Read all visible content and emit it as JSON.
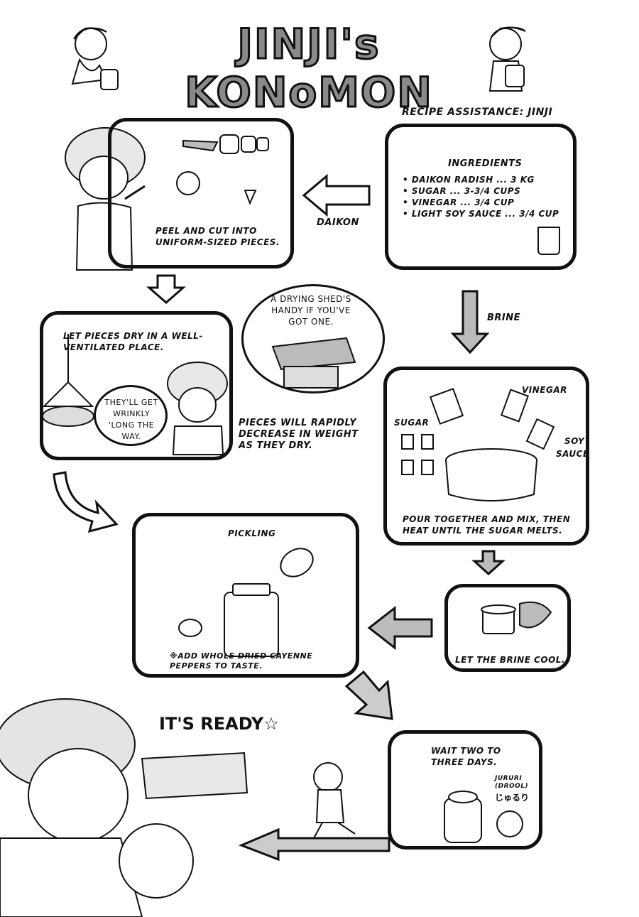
{
  "title": "JINJI's KONoMON",
  "recipe_credit": "RECIPE ASSISTANCE: JINJI",
  "ingredients": {
    "heading": "INGREDIENTS",
    "items": [
      "• DAIKON RADISH ... 3 KG",
      "• SUGAR ... 3-3/4 CUPS",
      "• VINEGAR ... 3/4 CUP",
      "• LIGHT SOY SAUCE ... 3/4 CUP"
    ]
  },
  "arrow_labels": {
    "daikon": "DAIKON",
    "brine": "BRINE"
  },
  "steps": {
    "cut": "PEEL AND CUT INTO UNIFORM-SIZED PIECES.",
    "dry": "LET PIECES DRY IN A WELL-VENTILATED PLACE.",
    "dry_bubble": "THEY'LL GET WRINKLY 'LONG THE WAY.",
    "shed_bubble": "A DRYING SHED'S HANDY IF YOU'VE GOT ONE.",
    "weight_note": "PIECES WILL RAPIDLY DECREASE IN WEIGHT AS THEY DRY.",
    "brine_labels": {
      "sugar": "SUGAR",
      "vinegar": "VINEGAR",
      "soy": "SOY",
      "sauce": "SAUCE"
    },
    "brine_mix": "POUR TOGETHER AND MIX, THEN HEAT UNTIL THE SUGAR MELTS.",
    "cool": "LET THE BRINE COOL.",
    "pickling_heading": "PICKLING",
    "pickling_note": "※ADD WHOLE DRIED CAYENNE PEPPERS TO TASTE.",
    "wait": "WAIT TWO TO THREE DAYS.",
    "sfx_romaji": "JURURI",
    "sfx_note": "(DROOL)",
    "sfx_kana": "じゅるり",
    "ready": "IT'S READY☆"
  }
}
